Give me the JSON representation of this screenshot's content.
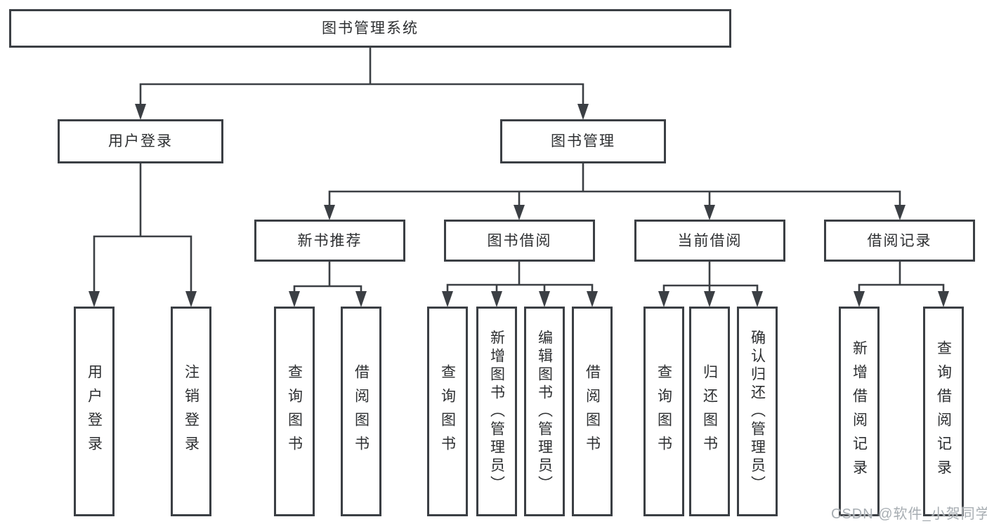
{
  "diagram": {
    "root": {
      "label": "图书管理系统"
    },
    "level1": [
      {
        "label": "用户登录"
      },
      {
        "label": "图书管理"
      }
    ],
    "level2": [
      {
        "label": "新书推荐"
      },
      {
        "label": "图书借阅"
      },
      {
        "label": "当前借阅"
      },
      {
        "label": "借阅记录"
      }
    ],
    "leaves": [
      {
        "label": "用户登录"
      },
      {
        "label": "注销登录"
      },
      {
        "label": "查询图书"
      },
      {
        "label": "借阅图书"
      },
      {
        "label": "查询图书"
      },
      {
        "label": "新增图书（管理员）"
      },
      {
        "label": "编辑图书（管理员）"
      },
      {
        "label": "借阅图书"
      },
      {
        "label": "查询图书"
      },
      {
        "label": "归还图书"
      },
      {
        "label": "确认归还（管理员）"
      },
      {
        "label": "新增借阅记录"
      },
      {
        "label": "查询借阅记录"
      }
    ],
    "line_color": "#3b3f44",
    "text_color": "#2d2f31"
  },
  "watermark": {
    "text": "CSDN @软件_小贺同学",
    "color": "#a7adb2"
  }
}
